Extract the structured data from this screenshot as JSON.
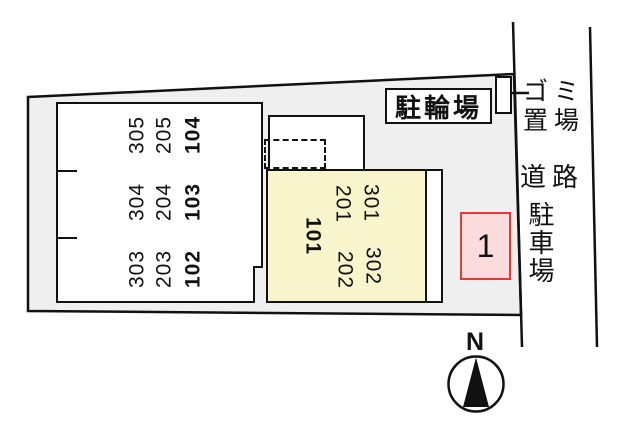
{
  "site": {
    "bicycle_parking_label": "駐輪場",
    "garbage_label_line1": "ゴミ",
    "garbage_label_line2": "置場",
    "road_label": "道路",
    "parking_lot_label": "駐車場",
    "parking_space_number": "1",
    "compass_north": "N"
  },
  "buildings": {
    "left": {
      "rows": [
        [
          "305",
          "205",
          "104"
        ],
        [
          "304",
          "204",
          "103"
        ],
        [
          "303",
          "203",
          "102"
        ]
      ]
    },
    "right": {
      "units": [
        "301",
        "201",
        "101",
        "302",
        "202"
      ]
    }
  },
  "colors": {
    "site_fill": "#efefef",
    "outline": "#111111",
    "unit_fill": "#f8f5cc",
    "stall_fill": "#fbdbdb",
    "stall_border": "#e53935"
  }
}
